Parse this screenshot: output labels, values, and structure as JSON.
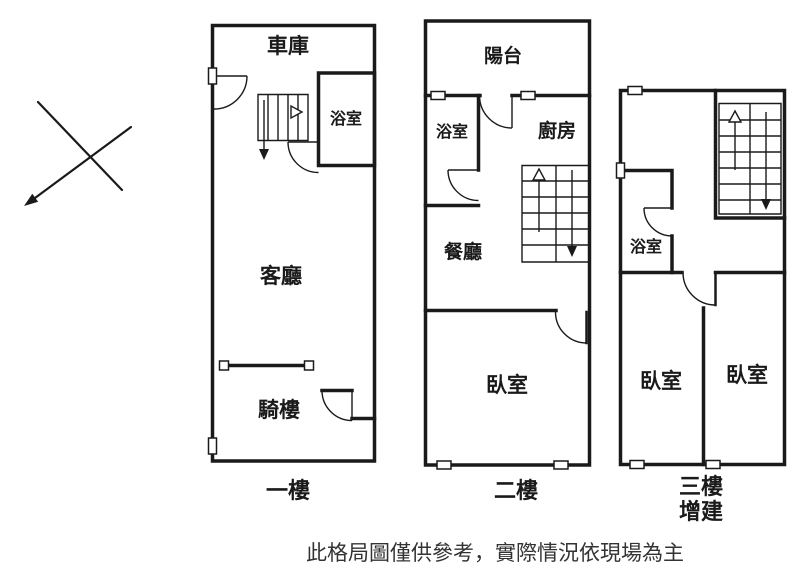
{
  "image": {
    "type": "floor-plan",
    "background": "#ffffff",
    "line_color": "#1a1a1a"
  },
  "compass": {
    "description": "crossed-lines-with-arrow"
  },
  "floors": [
    {
      "id": "floor-1",
      "label": "一樓",
      "rooms": {
        "garage": "車庫",
        "bathroom": "浴室",
        "living_room": "客廳",
        "arcade": "騎樓"
      }
    },
    {
      "id": "floor-2",
      "label": "二樓",
      "rooms": {
        "balcony": "陽台",
        "bathroom": "浴室",
        "kitchen": "廚房",
        "dining_room": "餐廳",
        "bedroom": "臥室"
      }
    },
    {
      "id": "floor-3",
      "label": "三樓",
      "label_line2": "增建",
      "rooms": {
        "bathroom": "浴室",
        "bedroom_left": "臥室",
        "bedroom_right": "臥室"
      }
    }
  ],
  "disclaimer": "此格局圖僅供參考，實際情況依現場為主"
}
